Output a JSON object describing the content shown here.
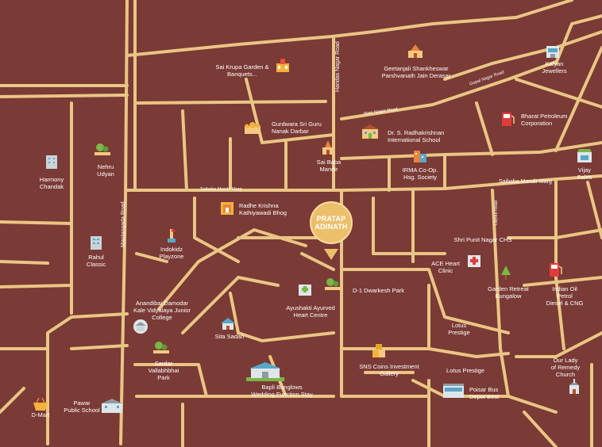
{
  "map": {
    "colors": {
      "background": "#7a3a36",
      "road": "#e9c684",
      "label": "#ffffff",
      "pin": "#ecc06a"
    },
    "project": {
      "line1": "PRATAP",
      "line2": "ADINATH"
    },
    "roads": {
      "mantangada": "Mantangada Road",
      "saibaba_left": "Saibaba Mandir Marg",
      "saibaba_right": "Saibaba Mandir Marg",
      "ram_nagar": "Ram Nagar Road",
      "haridas": "Haridas Nagar Road",
      "gopal": "Gopal Nagar Road",
      "layout": "Layout Road"
    },
    "places": {
      "sai_krupa": "Sai Krupa Garden &\nBanquets...",
      "geetanjali": "Geetanjali Shankheswar\nParshvanath Jain Derasar",
      "kalyan": "Kalyan\nJewellers",
      "bharat": "Bharat Petroleum\nCorporation",
      "gurdwara": "Gurdwara Sri Guru\nNanak Darbar",
      "radhakrishnan": "Dr. S. Radhakrishnan\nInternational School",
      "sai_baba": "Sai Baba\nMandir",
      "irma": "IRMA Co-Op.\nHsg. Society",
      "vijay": "Vijay\nSales",
      "harmony": "Harmony\nChandak",
      "nehru": "Nehru\nUdyan",
      "radhe": "Radhe Krishna\nKathiyawadi Bhog",
      "indokidz": "Indokidz\nPlayzone",
      "rahul": "Rahul\nClassic",
      "shri_punit": "Shri Punit Nagar CHS",
      "ace": "ACE Heart\nClinic",
      "garden_retreat": "Garden Retreat\nBungalow",
      "indian_oil": "Indian Oil Petrol\nDiesel &  CNG",
      "dwarkesh": "D-1 Dwarkesh Park",
      "ayushakti": "Ayushakti Ayurved\nHeart Centre",
      "anandibai": "Anandibai Damodar\nKale Vidyalaya Junior\nCollege",
      "sita": "Sita Sadan",
      "sardar": "Sardar\nVallabhbhai\nPark",
      "lotus1": "Lotus\nPrestige",
      "sns": "SNS Coins Investment\nGallery",
      "lotus2": "Lotus Prestige",
      "our_lady": "Our Lady\nof Remedy\nChurch",
      "bapli": "Bapli Bunglows\nWedding Function Stay",
      "poisar": "Poisar Bus\nDepot Best",
      "dmart": "D-Mart",
      "pawar": "Pawar\nPublic School"
    }
  }
}
